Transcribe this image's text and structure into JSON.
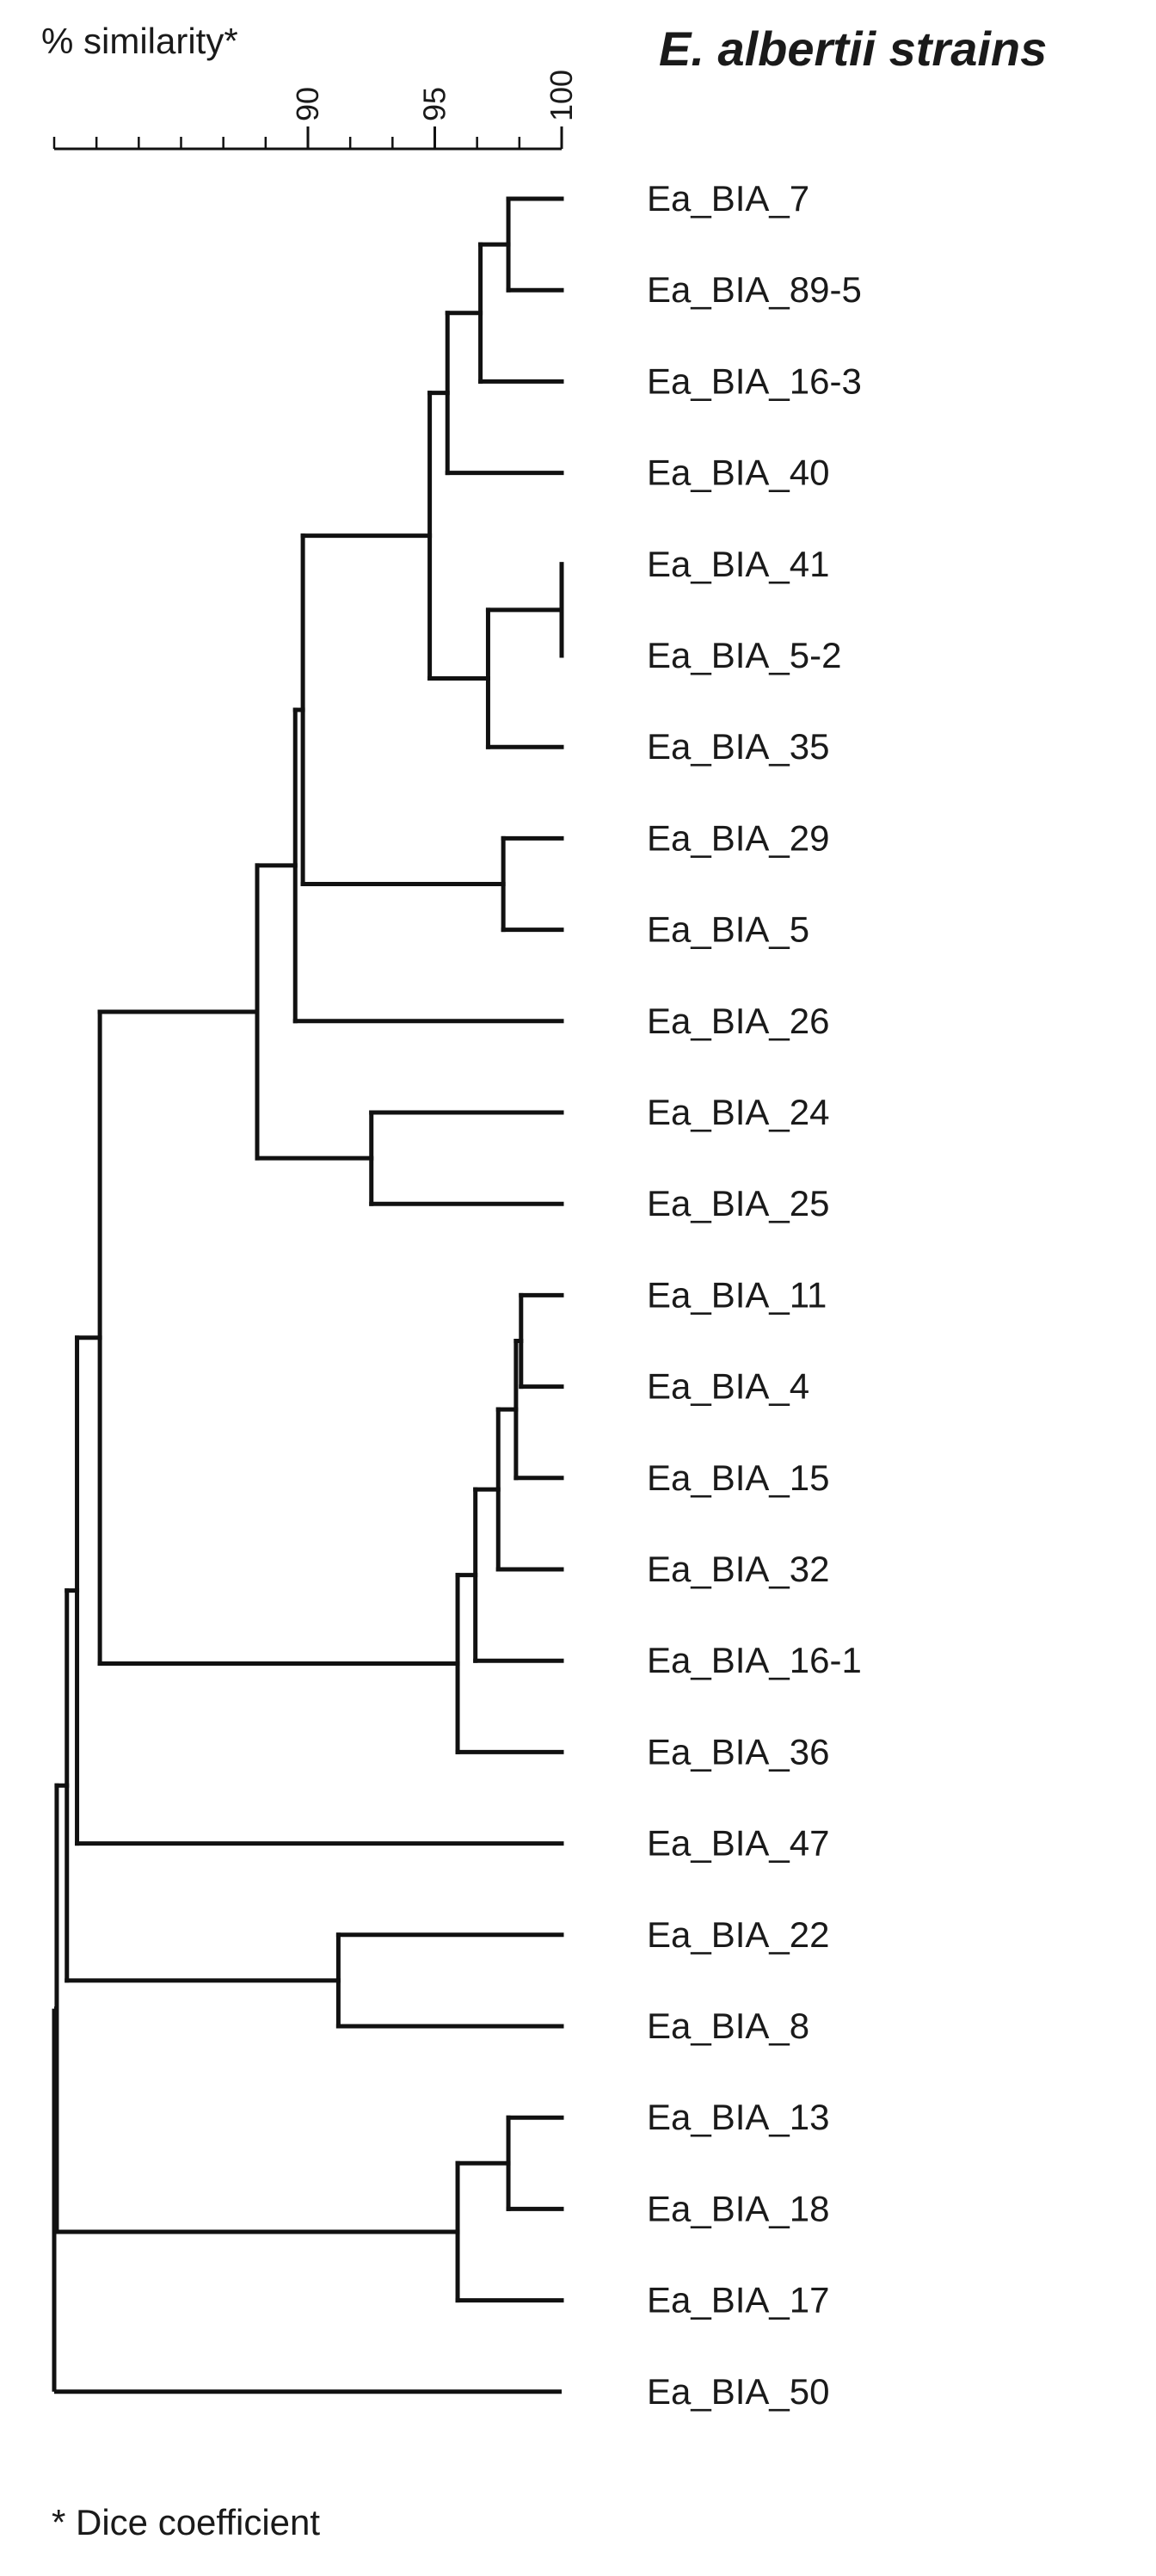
{
  "header": {
    "similarity_label": "% similarity*",
    "title": "E. albertii strains"
  },
  "footnote": "* Dice coefficient",
  "diagram": {
    "type": "dendrogram",
    "axis": {
      "min": 80,
      "max": 100,
      "minor_step": 1.66667,
      "labeled_ticks": [
        90,
        95,
        100
      ]
    },
    "leaves": [
      "Ea_BIA_7",
      "Ea_BIA_89-5",
      "Ea_BIA_16-3",
      "Ea_BIA_40",
      "Ea_BIA_41",
      "Ea_BIA_5-2",
      "Ea_BIA_35",
      "Ea_BIA_29",
      "Ea_BIA_5",
      "Ea_BIA_26",
      "Ea_BIA_24",
      "Ea_BIA_25",
      "Ea_BIA_11",
      "Ea_BIA_4",
      "Ea_BIA_15",
      "Ea_BIA_32",
      "Ea_BIA_16-1",
      "Ea_BIA_36",
      "Ea_BIA_47",
      "Ea_BIA_22",
      "Ea_BIA_8",
      "Ea_BIA_13",
      "Ea_BIA_18",
      "Ea_BIA_17",
      "Ea_BIA_50"
    ],
    "tree": {
      "s": 80.1,
      "c": [
        {
          "s": 80.5,
          "c": [
            {
              "s": 80.9,
              "c": [
                {
                  "s": 81.8,
                  "c": [
                    {
                      "s": 88.0,
                      "c": [
                        {
                          "s": 89.5,
                          "c": [
                            {
                              "s": 89.8,
                              "c": [
                                {
                                  "s": 94.8,
                                  "c": [
                                    {
                                      "s": 95.5,
                                      "c": [
                                        {
                                          "s": 96.8,
                                          "c": [
                                            {
                                              "s": 97.9,
                                              "c": [
                                                {
                                                  "l": 0
                                                },
                                                {
                                                  "l": 1
                                                }
                                              ]
                                            },
                                            {
                                              "l": 2
                                            }
                                          ]
                                        },
                                        {
                                          "l": 3
                                        }
                                      ]
                                    },
                                    {
                                      "s": 97.1,
                                      "c": [
                                        {
                                          "s": 100.0,
                                          "c": [
                                            {
                                              "l": 4
                                            },
                                            {
                                              "l": 5
                                            }
                                          ]
                                        },
                                        {
                                          "l": 6
                                        }
                                      ]
                                    }
                                  ]
                                },
                                {
                                  "s": 97.7,
                                  "c": [
                                    {
                                      "l": 7
                                    },
                                    {
                                      "l": 8
                                    }
                                  ]
                                }
                              ]
                            },
                            {
                              "l": 9
                            }
                          ]
                        },
                        {
                          "s": 92.5,
                          "c": [
                            {
                              "l": 10
                            },
                            {
                              "l": 11
                            }
                          ]
                        }
                      ]
                    },
                    {
                      "s": 95.9,
                      "c": [
                        {
                          "s": 96.6,
                          "c": [
                            {
                              "s": 97.5,
                              "c": [
                                {
                                  "s": 98.2,
                                  "c": [
                                    {
                                      "s": 98.4,
                                      "c": [
                                        {
                                          "l": 12
                                        },
                                        {
                                          "l": 13
                                        }
                                      ]
                                    },
                                    {
                                      "l": 14
                                    }
                                  ]
                                },
                                {
                                  "l": 15
                                }
                              ]
                            },
                            {
                              "l": 16
                            }
                          ]
                        },
                        {
                          "l": 17
                        }
                      ]
                    }
                  ]
                },
                {
                  "l": 18
                }
              ]
            },
            {
              "s": 91.2,
              "c": [
                {
                  "l": 19
                },
                {
                  "l": 20
                }
              ]
            }
          ]
        },
        {
          "s": 95.9,
          "c": [
            {
              "s": 97.9,
              "c": [
                {
                  "l": 21
                },
                {
                  "l": 22
                }
              ]
            },
            {
              "l": 23
            }
          ]
        }
      ]
    },
    "outgroup_leaf": 24
  }
}
